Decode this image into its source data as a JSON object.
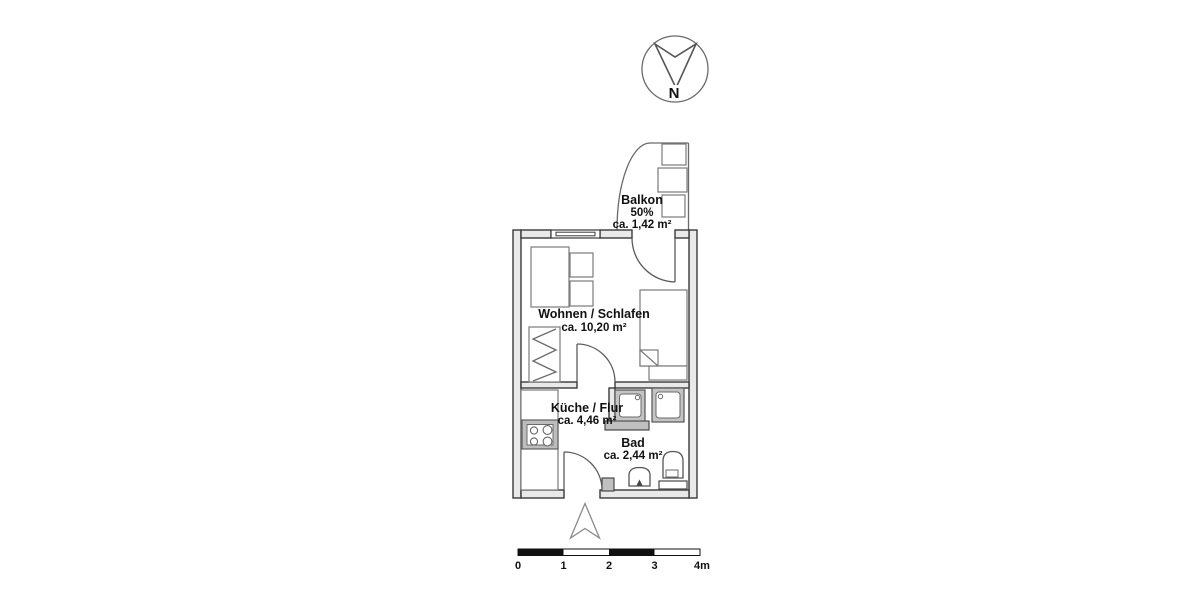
{
  "colors": {
    "ink": "#3a3a3a",
    "thin_line": "#6a6a6a",
    "wall_fill": "#e9e9e9",
    "wall_dark_fill": "#c0c0c0",
    "fixture_pad_fill": "#c4c4c4",
    "scale_black": "#111111",
    "text": "#111111",
    "background": "#ffffff"
  },
  "compass": {
    "label": "N"
  },
  "rooms": [
    {
      "id": "balkon",
      "name": "Balkon",
      "share": "50%",
      "area": "ca. 1,42 m²"
    },
    {
      "id": "wohnen",
      "name": "Wohnen / Schlafen",
      "area": "ca. 10,20 m²"
    },
    {
      "id": "kueche",
      "name": "Küche / Flur",
      "area": "ca. 4,46 m²"
    },
    {
      "id": "bad",
      "name": "Bad",
      "area": "ca. 2,44 m²"
    }
  ],
  "scale_bar": {
    "ticks": [
      "0",
      "1",
      "2",
      "3",
      "4m"
    ]
  }
}
